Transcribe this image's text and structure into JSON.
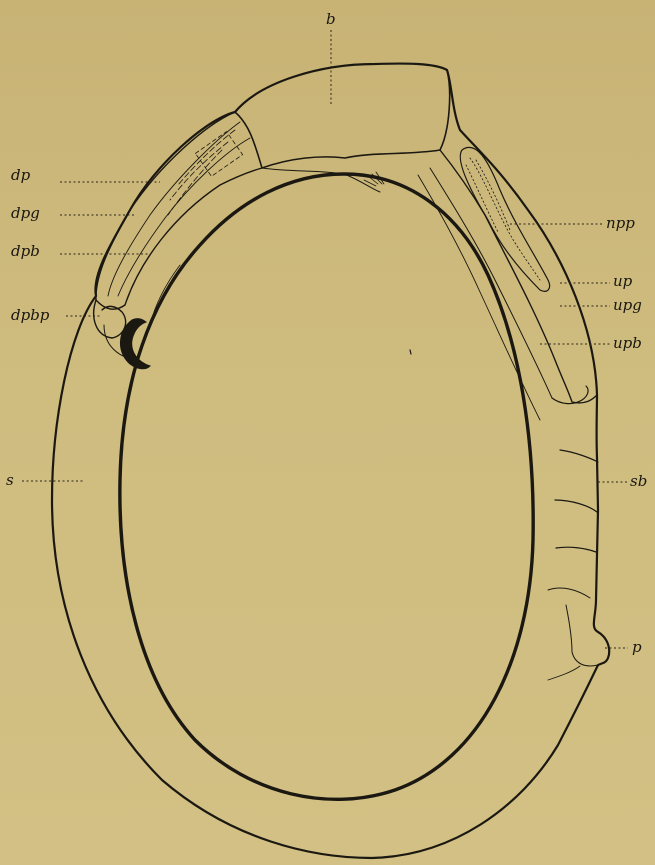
{
  "figure": {
    "labels": {
      "b": "b",
      "dp": "dp",
      "dpg": "dpg",
      "dpb": "dpb",
      "dpbp": "dpbp",
      "s": "s",
      "npp": "npp",
      "up": "up",
      "upg": "upg",
      "upb": "upb",
      "sb": "sb",
      "p": "p"
    },
    "colors": {
      "paper": "#cdb97a",
      "ink": "#1b1812"
    }
  }
}
